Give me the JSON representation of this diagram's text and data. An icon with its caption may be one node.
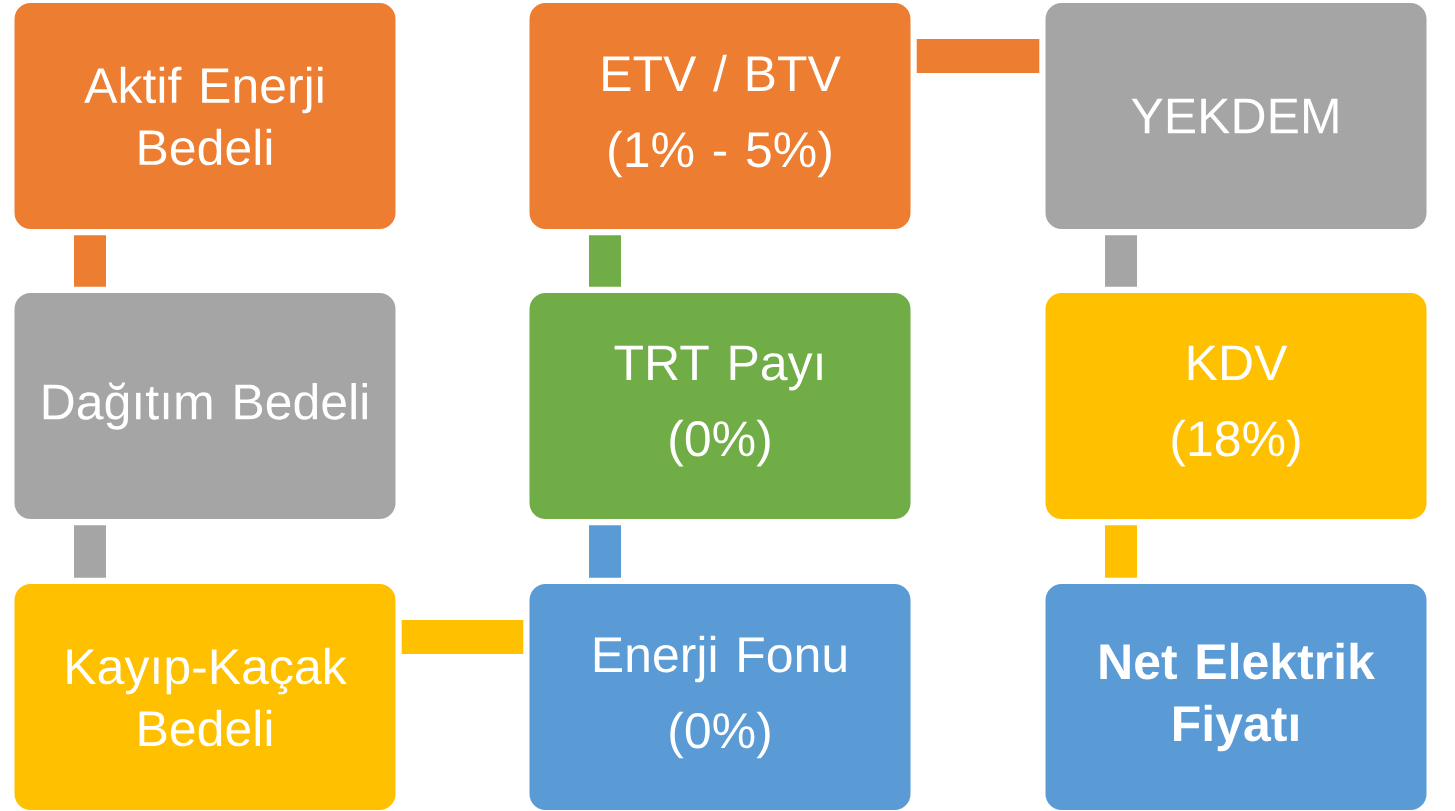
{
  "diagram": {
    "nodes": [
      {
        "text": [
          "Aktif Enerji Bedeli"
        ]
      },
      {
        "text": [
          "ETV / BTV",
          "(1% - 5%)"
        ]
      },
      {
        "text": [
          "YEKDEM"
        ]
      },
      {
        "text": [
          "Dağıtım Bedeli"
        ]
      },
      {
        "text": [
          "TRT Payı",
          "(0%)"
        ]
      },
      {
        "text": [
          "KDV",
          "(18%)"
        ]
      },
      {
        "text": [
          "Kayıp-Kaçak Bedeli"
        ]
      },
      {
        "text": [
          "Enerji Fonu",
          "(0%)"
        ]
      },
      {
        "text": [
          "Net Elektrik Fiyatı"
        ]
      }
    ],
    "edges": [
      {
        "from": 0,
        "to": 3,
        "arrow": "none",
        "color": "#ed7d31"
      },
      {
        "from": 3,
        "to": 6,
        "arrow": "none",
        "color": "#a5a5a5"
      },
      {
        "from": 6,
        "to": 7,
        "arrow": "none",
        "color": "#ffc000"
      },
      {
        "from": 7,
        "to": 4,
        "arrow": "none",
        "color": "#5b9bd5"
      },
      {
        "from": 4,
        "to": 1,
        "arrow": "none",
        "color": "#70ad47"
      },
      {
        "from": 1,
        "to": 2,
        "arrow": "none",
        "color": "#ed7d31"
      },
      {
        "from": 2,
        "to": 5,
        "arrow": "none",
        "color": "#a5a5a5"
      },
      {
        "from": 5,
        "to": 8,
        "arrow": "none",
        "color": "#ffc000"
      }
    ]
  }
}
